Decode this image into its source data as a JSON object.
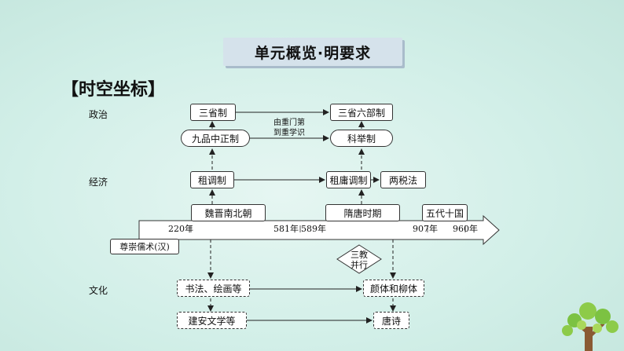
{
  "header": {
    "title": "单元概览·明要求"
  },
  "section": {
    "title": "【时空坐标】"
  },
  "rows": {
    "politics": "政治",
    "economy": "经济",
    "culture": "文化"
  },
  "politics": {
    "box_a": "三省制",
    "box_b": "三省六部制",
    "box_c": "九品中正制",
    "box_d": "科举制",
    "note_line1": "由重门第",
    "note_line2": "到重学识"
  },
  "economy": {
    "box_a": "租调制",
    "box_b": "租庸调制",
    "box_c": "两税法"
  },
  "periods": {
    "p1": "魏晋南北朝",
    "p2": "隋唐时期",
    "p3": "五代十国"
  },
  "timeline": {
    "t1": "220年",
    "t2": "581年",
    "t3": "589年",
    "t4": "907年",
    "t5": "960年"
  },
  "culture": {
    "confucian": "尊崇儒术(汉)",
    "diamond": "三教并行",
    "box_a": "书法、绘画等",
    "box_b": "颜体和柳体",
    "box_c": "建安文学等",
    "box_d": "唐诗"
  },
  "decor": {
    "tree_icon": "tree-icon"
  }
}
